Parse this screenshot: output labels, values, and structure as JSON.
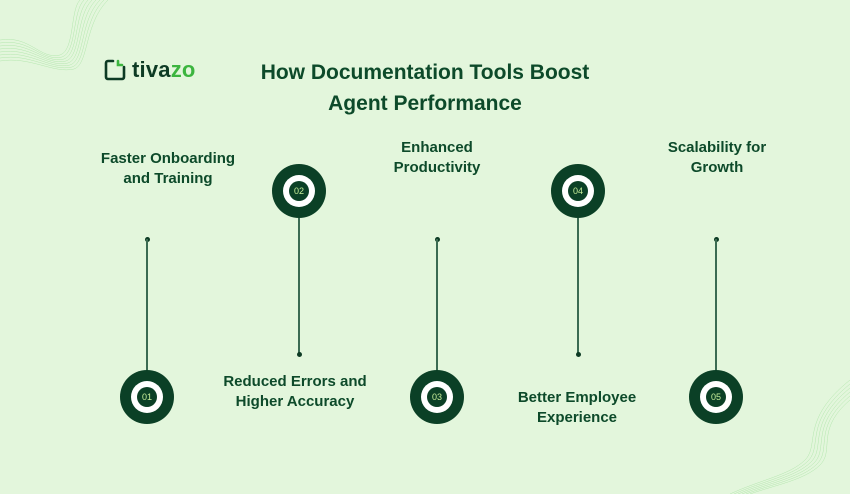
{
  "brand": {
    "logo_icon": "tivazo-bracket-icon",
    "name_prefix": "tiva",
    "name_accent": "zo",
    "colors": {
      "dark": "#0d3b24",
      "accent": "#3cb53f"
    }
  },
  "title": {
    "line1": "How Documentation Tools Boost",
    "line2": "Agent Performance"
  },
  "steps": [
    {
      "number": "01",
      "label_line1": "Faster Onboarding",
      "label_line2": "and Training"
    },
    {
      "number": "02",
      "label_line1": "Reduced Errors and",
      "label_line2": "Higher Accuracy"
    },
    {
      "number": "03",
      "label_line1": "Enhanced",
      "label_line2": "Productivity"
    },
    {
      "number": "04",
      "label_line1": "Better Employee",
      "label_line2": "Experience"
    },
    {
      "number": "05",
      "label_line1": "Scalability for",
      "label_line2": "Growth"
    }
  ],
  "colors": {
    "background": "#e3f6dc",
    "node": "#0b4026",
    "node_number": "#c8ef9a",
    "text": "#0d4a2a",
    "connector": "#3b6b52"
  }
}
